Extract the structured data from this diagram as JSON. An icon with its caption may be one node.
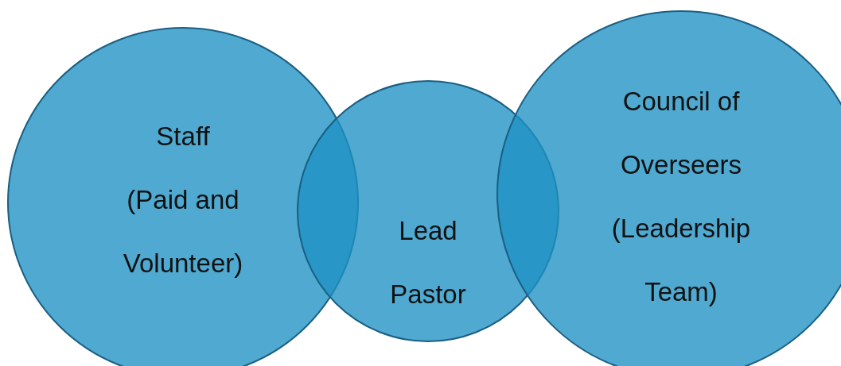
{
  "diagram": {
    "nodes": [
      {
        "text": [
          "Staff",
          "(Paid and Volunteer)"
        ]
      },
      {
        "text": [
          "Lead Pastor"
        ]
      },
      {
        "text": [
          "Council of Overseers",
          "(Leadership Team)"
        ]
      }
    ]
  }
}
